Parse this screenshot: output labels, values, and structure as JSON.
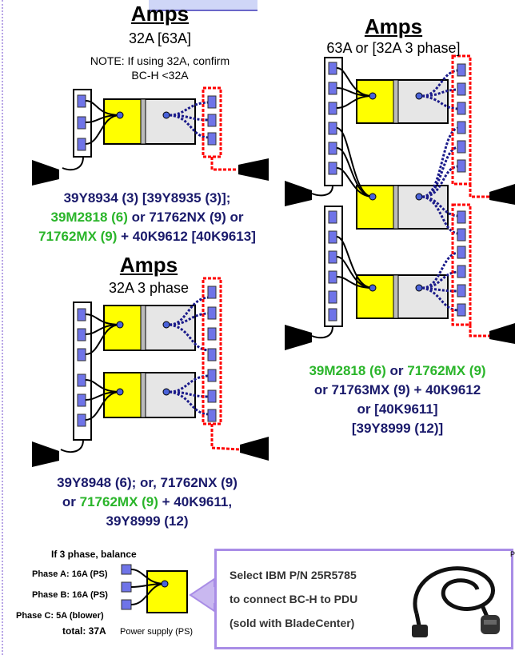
{
  "panel_1": {
    "title": "Amps",
    "rating": "32A [63A]",
    "note_line1": "NOTE: If using 32A, confirm",
    "note_line2": "BC-H <32A",
    "pn_line1": "39Y8934 (3) [39Y8935 (3)];",
    "pn_line2_green": "39M2818 (6)",
    "pn_line2_rest": " or 71762NX (9) or",
    "pn_line3_green": "71762MX (9)",
    "pn_line3_rest": " + 40K9612 [40K9613]"
  },
  "panel_2": {
    "title": "Amps",
    "rating": "32A 3 phase",
    "pn_line1": "39Y8948 (6); or, 71762NX (9)",
    "pn_line2_pre": "or ",
    "pn_line2_green": "71762MX (9)",
    "pn_line2_rest": " + 40K9611,",
    "pn_line3": "39Y8999 (12)"
  },
  "panel_3": {
    "title": "Amps",
    "rating": "63A or [32A 3 phase]",
    "pn_line1_green_a": "39M2818 (6)",
    "pn_line1_mid": " or ",
    "pn_line1_green_b": "71762MX (9)",
    "pn_line2": "or 71763MX (9) + 40K9612",
    "pn_line3": "or [40K9611]",
    "pn_line4": "[39Y8999 (12)]"
  },
  "balance": {
    "title": "If 3 phase, balance",
    "phase_a": "Phase A: 16A (PS)",
    "phase_b": "Phase B: 16A (PS)",
    "phase_c": "Phase C: 5A (blower)",
    "total": "total: 37A",
    "psu_label": "Power supply (PS)"
  },
  "callout": {
    "line1": "Select IBM P/N 25R5785",
    "line2": "to connect BC-H to PDU",
    "line3": "(sold with BladeCenter)"
  },
  "edge_fragment": "P",
  "colors": {
    "chassis_yellow": "#ffff00",
    "chassis_gray": "#e6e6e6",
    "pdu_red": "#ff0000",
    "cable_navy": "#1a1a8a",
    "outlet_blue": "#6f74e8",
    "green_text": "#2ab52a",
    "navy_text": "#1a1a6b",
    "arrow_purple": "#a98de6"
  }
}
